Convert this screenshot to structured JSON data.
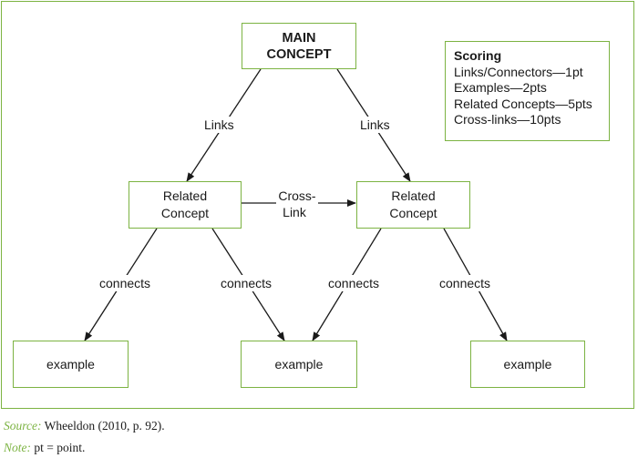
{
  "main_concept": {
    "line1": "MAIN",
    "line2": "CONCEPT"
  },
  "related_left": {
    "line1": "Related",
    "line2": "Concept"
  },
  "related_right": {
    "line1": "Related",
    "line2": "Concept"
  },
  "examples": [
    "example",
    "example",
    "example"
  ],
  "link_labels": {
    "links_left": "Links",
    "links_right": "Links",
    "cross_link_line1": "Cross-",
    "cross_link_line2": "Link",
    "connects": [
      "connects",
      "connects",
      "connects",
      "connects"
    ]
  },
  "scoring": {
    "title": "Scoring",
    "items": [
      "Links/Connectors—1pt",
      "Examples—2pts",
      "Related Concepts—5pts",
      "Cross-links—10pts"
    ]
  },
  "footer": {
    "source_label": "Source:",
    "source_text": "Wheeldon (2010, p. 92).",
    "note_label": "Note:",
    "note_text": "pt = point."
  },
  "colors": {
    "border": "#7cb342",
    "line": "#1a1a1a"
  }
}
